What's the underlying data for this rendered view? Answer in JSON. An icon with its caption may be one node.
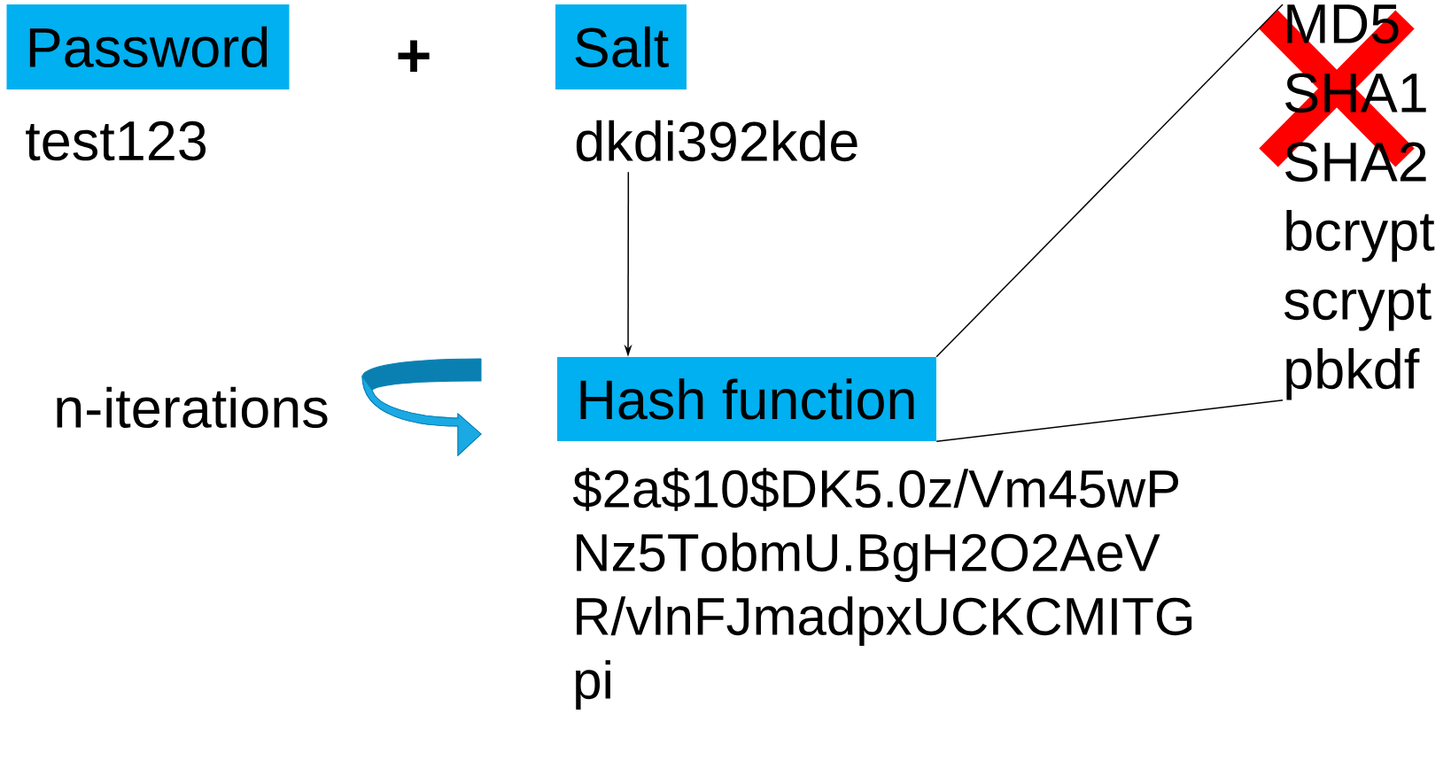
{
  "diagram": {
    "nodes": [
      {
        "text": [
          "Password"
        ],
        "beside": [
          "test123"
        ]
      },
      {
        "text": [
          "Salt"
        ]
      },
      {
        "text": [
          "dkdi392kde"
        ]
      },
      {
        "text": [
          "Hash function"
        ],
        "beside": [
          "$2a$10$DK5.0z/Vm45wPNz5TobmU.BgH2O2AeVR/vlnFJmadpxUCKCMITGpi"
        ]
      },
      {
        "text": [
          "MD5",
          "SHA1",
          "SHA2",
          "bcrypt",
          "scrypt",
          "pbkdf"
        ]
      }
    ],
    "edges": [
      {
        "from": 2,
        "to": 3,
        "arrow": "to"
      },
      {
        "from": 3,
        "to": 4,
        "arrow": "none"
      },
      {
        "from": 3,
        "to": 4,
        "arrow": "none"
      }
    ],
    "labels": [
      "+",
      "n-iterations"
    ]
  }
}
